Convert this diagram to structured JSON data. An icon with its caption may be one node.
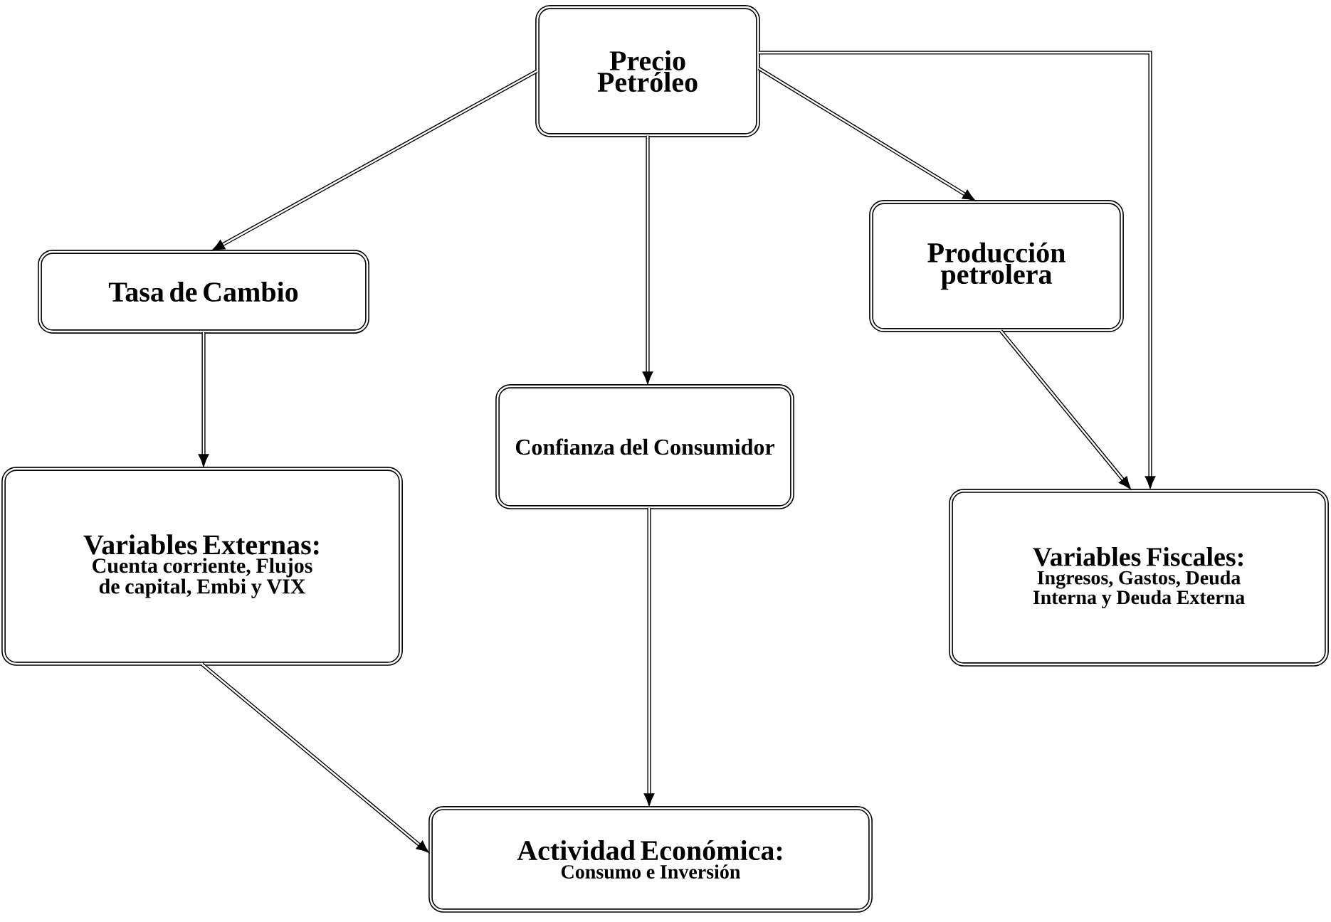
{
  "diagram": {
    "nodes": [
      {
        "text": [
          "Precio Petróleo"
        ]
      },
      {
        "text": [
          "Tasa de Cambio"
        ]
      },
      {
        "text": [
          "Producción petrolera"
        ]
      },
      {
        "text": [
          "Confianza del Consumidor"
        ]
      },
      {
        "text": [
          "Variables Externas:",
          "Cuenta corriente, Flujos de capital, Embi y VIX"
        ]
      },
      {
        "text": [
          "Variables Fiscales:",
          "Ingresos, Gastos, Deuda Interna y Deuda Externa"
        ]
      },
      {
        "text": [
          "Actividad Económica:",
          "Consumo e Inversión"
        ]
      }
    ],
    "edges": [
      {
        "from": 0,
        "to": 1,
        "arrow": "to"
      },
      {
        "from": 0,
        "to": 3,
        "arrow": "to"
      },
      {
        "from": 0,
        "to": 2,
        "arrow": "to"
      },
      {
        "from": 0,
        "to": 5,
        "arrow": "to"
      },
      {
        "from": 1,
        "to": 4,
        "arrow": "to"
      },
      {
        "from": 2,
        "to": 5,
        "arrow": "to"
      },
      {
        "from": 3,
        "to": 6,
        "arrow": "to"
      },
      {
        "from": 4,
        "to": 6,
        "arrow": "to"
      }
    ]
  }
}
